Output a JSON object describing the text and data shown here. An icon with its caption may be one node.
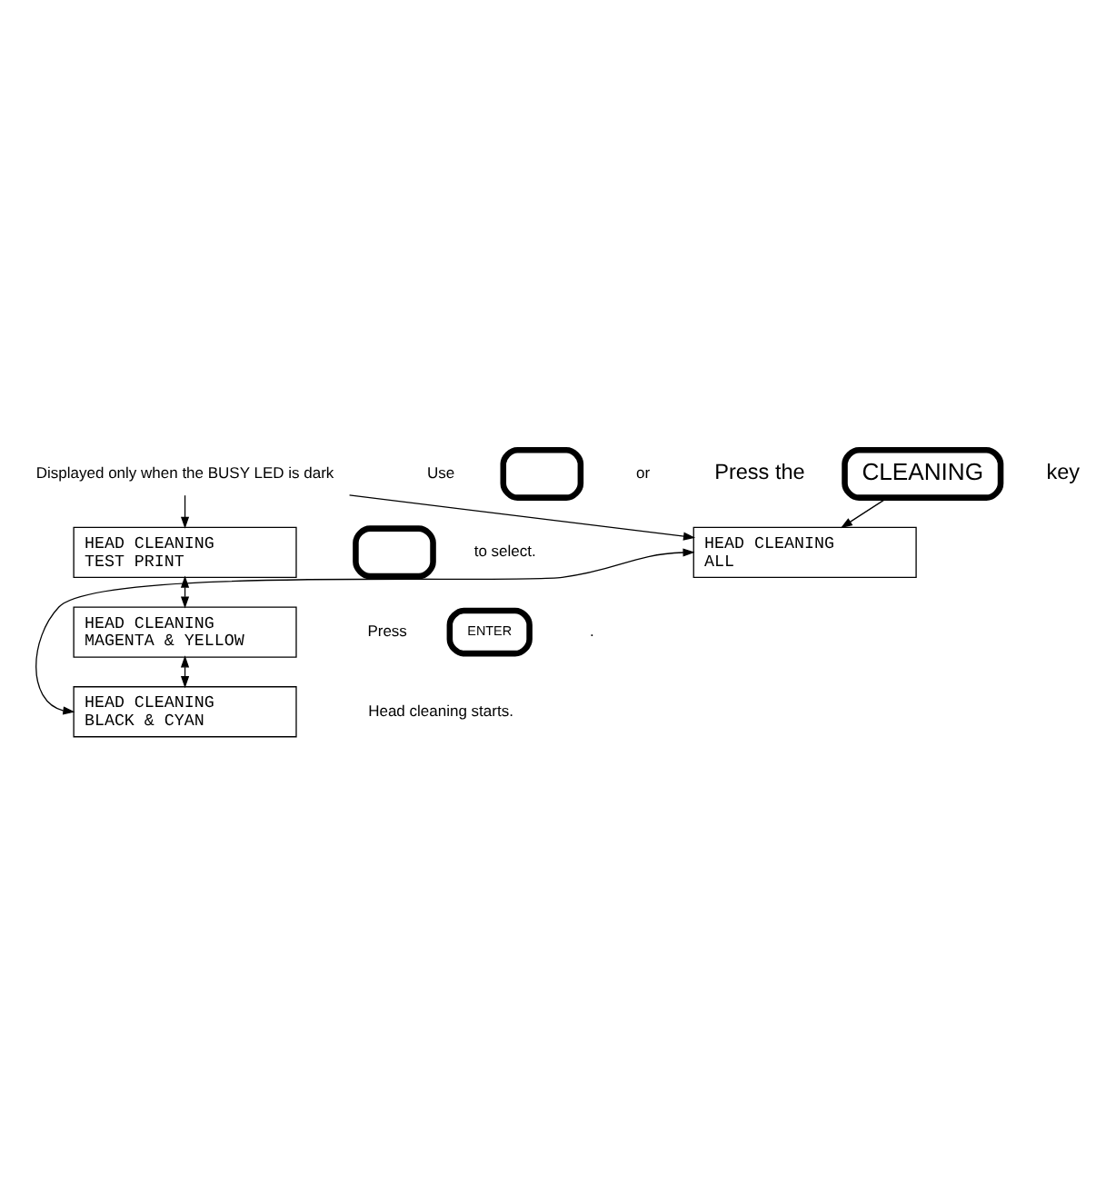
{
  "diagram": {
    "nodes": [
      {
        "text": [
          "CLEANING"
        ],
        "beside": [
          "Press the",
          "key"
        ]
      },
      {
        "text": [
          "HEAD CLEANING",
          "ALL"
        ]
      },
      {
        "text": [
          "Displayed only when the BUSY LED is dark"
        ]
      },
      {
        "text": [
          "HEAD CLEANING",
          "TEST PRINT"
        ]
      },
      {
        "text": [
          "HEAD CLEANING",
          "MAGENTA & YELLOW"
        ]
      },
      {
        "text": [
          "HEAD CLEANING",
          "BLACK & CYAN"
        ]
      },
      {
        "text": [],
        "shape": "box"
      },
      {
        "text": [],
        "shape": "box"
      },
      {
        "text": [
          "ENTER"
        ]
      }
    ],
    "edges": [
      {
        "from": 0,
        "to": 1,
        "arrow": "to"
      },
      {
        "from": 2,
        "to": 1,
        "arrow": "to"
      },
      {
        "from": 2,
        "to": 3,
        "arrow": "to"
      },
      {
        "from": 3,
        "to": 4,
        "arrow": "both"
      },
      {
        "from": 4,
        "to": 5,
        "arrow": "both"
      },
      {
        "from": 1,
        "to": 5,
        "arrow": "both"
      }
    ],
    "labels": [
      "Use",
      "or",
      "to select.",
      "Press",
      ".",
      "Head cleaning starts."
    ]
  }
}
